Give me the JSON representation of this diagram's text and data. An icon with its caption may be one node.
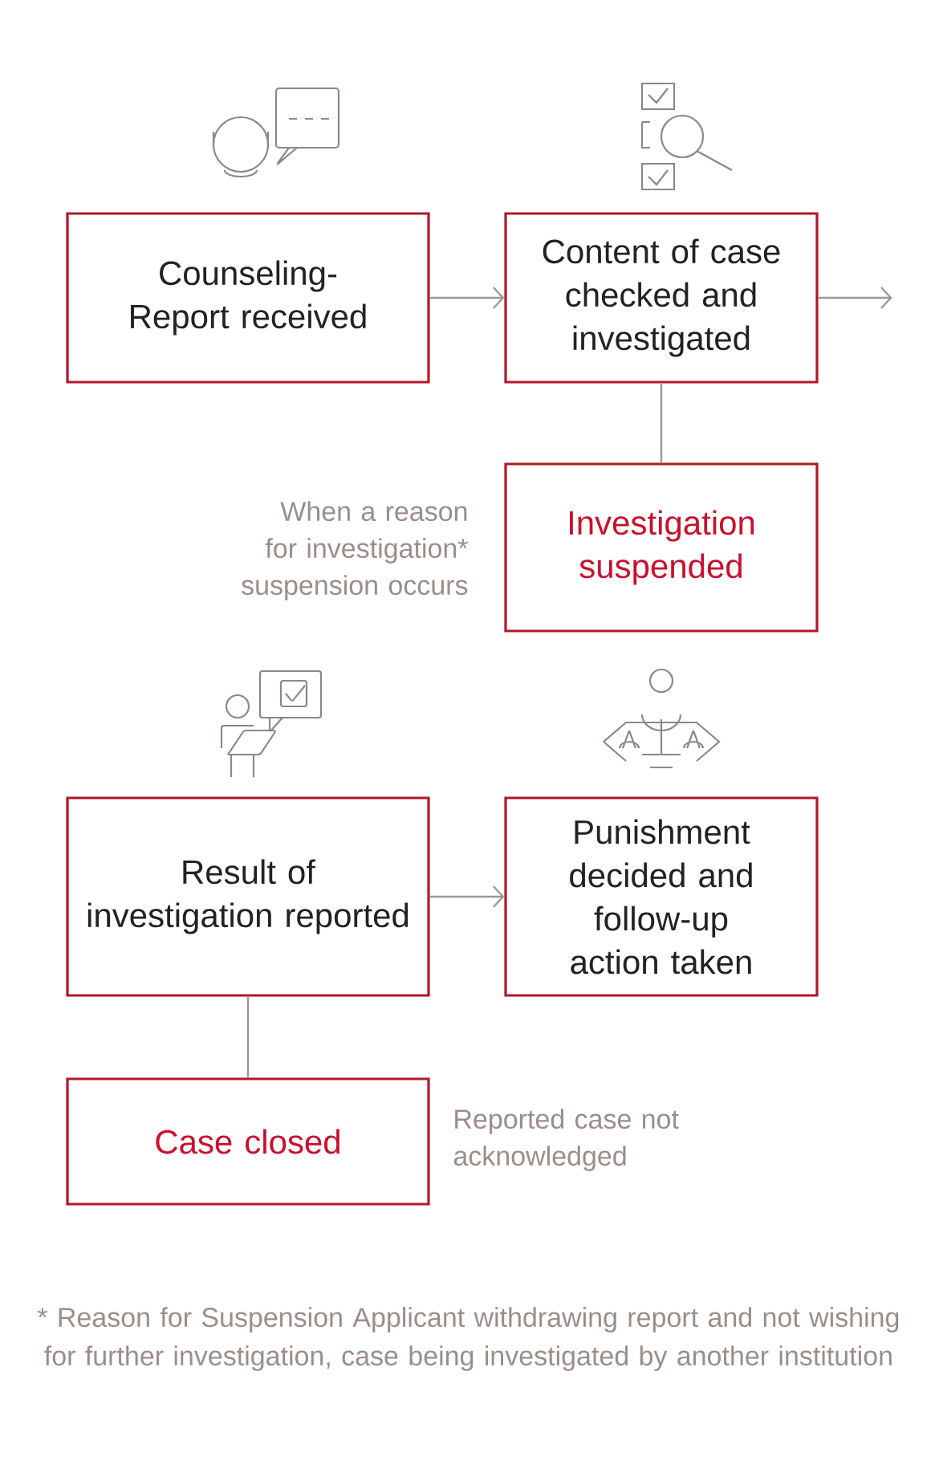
{
  "diagram": {
    "nodes": [
      {
        "text": [
          "Counseling-Report received"
        ]
      },
      {
        "text": [
          "Content of case checked and investigated"
        ]
      },
      {
        "text": [
          "Investigation suspended"
        ],
        "beside": [
          "When a reason for investigation* suspension occurs"
        ]
      },
      {
        "text": [
          "Result of investigation reported"
        ]
      },
      {
        "text": [
          "Punishment decided and follow-up action taken"
        ]
      },
      {
        "text": [
          "Case closed"
        ],
        "beside": [
          "Reported case not acknowledged"
        ]
      }
    ],
    "edges": [
      {
        "from": 0,
        "to": 1,
        "arrow": "to"
      },
      {
        "from": 1,
        "to": null,
        "arrow": "to"
      },
      {
        "from": 1,
        "to": 2,
        "arrow": "none"
      },
      {
        "from": 3,
        "to": 4,
        "arrow": "to"
      },
      {
        "from": 3,
        "to": 5,
        "arrow": "none"
      }
    ],
    "labels": [
      "* Reason for Suspension Applicant withdrawing report and not wishing for further investigation, case being investigated by another institution"
    ]
  }
}
